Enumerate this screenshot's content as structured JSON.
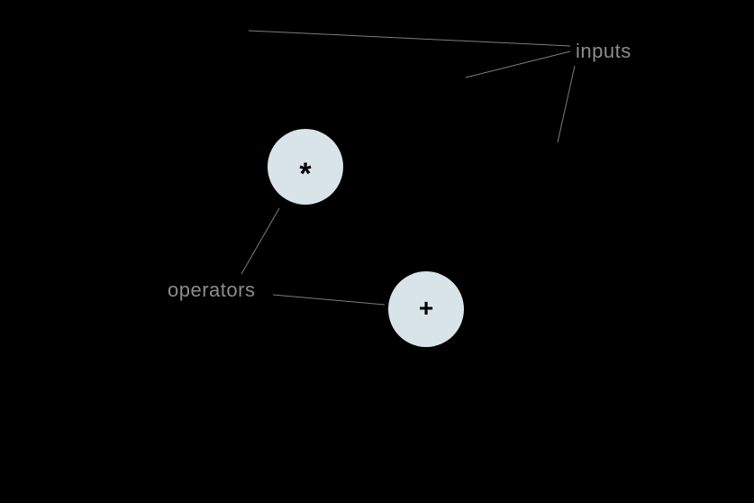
{
  "canvas": {
    "background_color": "#000000",
    "node_fill_color": "#d9e4e8",
    "annotation_text_color": "#8c8c8c",
    "leader_line_color": "#7d7d7d",
    "symbol_color": "#000000"
  },
  "annotations": {
    "inputs_label": "inputs",
    "operators_label": "operators"
  },
  "nodes": [
    {
      "id": "multiply",
      "symbol": "*",
      "role": "operator"
    },
    {
      "id": "plus",
      "symbol": "+",
      "role": "operator"
    }
  ]
}
